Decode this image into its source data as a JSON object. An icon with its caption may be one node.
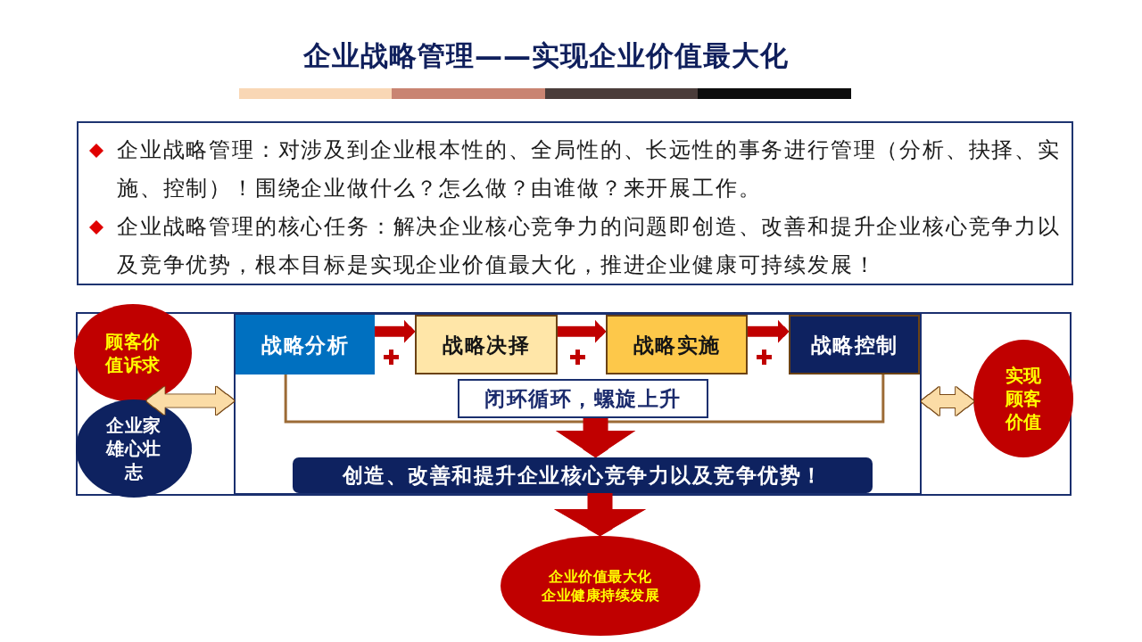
{
  "diagram": {
    "title": "企业战略管理——实现企业价值最大化",
    "nodes": [
      {
        "text": [
          "企业战略管理：对涉及到企业根本性的、全局性的、长远性的事务进行管理（分析、抉择、实施、控制）！围绕企业做什么？怎么做？由谁做？来开展工作。",
          "企业战略管理的核心任务：解决企业核心竞争力的问题即创造、改善和提升企业核心竞争力以及竞争优势，根本目标是实现企业价值最大化，推进企业健康可持续发展！"
        ]
      },
      {
        "text": [
          "顾客价值诉求"
        ]
      },
      {
        "text": [
          "企业家雄心壮志"
        ]
      },
      {
        "text": [],
        "shape": "box"
      },
      {
        "text": [
          "战略分析"
        ],
        "in": 3
      },
      {
        "text": [
          "战略决择"
        ],
        "in": 3
      },
      {
        "text": [
          "战略实施"
        ],
        "in": 3
      },
      {
        "text": [
          "战略控制"
        ],
        "in": 3
      },
      {
        "text": [
          "闭环循环，螺旋上升"
        ],
        "in": 3
      },
      {
        "text": [
          "创造、改善和提升企业核心竞争力以及竞争优势！"
        ],
        "in": 3
      },
      {
        "text": [
          "实现顾客价值"
        ]
      },
      {
        "text": [
          "企业价值最大化",
          "企业健康持续发展"
        ]
      }
    ],
    "edges": [
      {
        "from": 1,
        "to": 3,
        "arrow": "both",
        "color": "#fbdca6"
      },
      {
        "from": 2,
        "to": 3,
        "arrow": "both",
        "color": "#fbdca6"
      },
      {
        "from": 4,
        "to": 5,
        "arrow": "to"
      },
      {
        "from": 5,
        "to": 6,
        "arrow": "to"
      },
      {
        "from": 6,
        "to": 7,
        "arrow": "to"
      },
      {
        "from": 7,
        "to": 4,
        "arrow": "none",
        "color": "#9c6b36"
      },
      {
        "from": 3,
        "to": 10,
        "arrow": "both",
        "color": "#fbdca6"
      },
      {
        "from": 8,
        "to": 9,
        "arrow": "to",
        "style": "thick"
      },
      {
        "from": 9,
        "to": 11,
        "arrow": "to",
        "style": "thick"
      }
    ]
  }
}
